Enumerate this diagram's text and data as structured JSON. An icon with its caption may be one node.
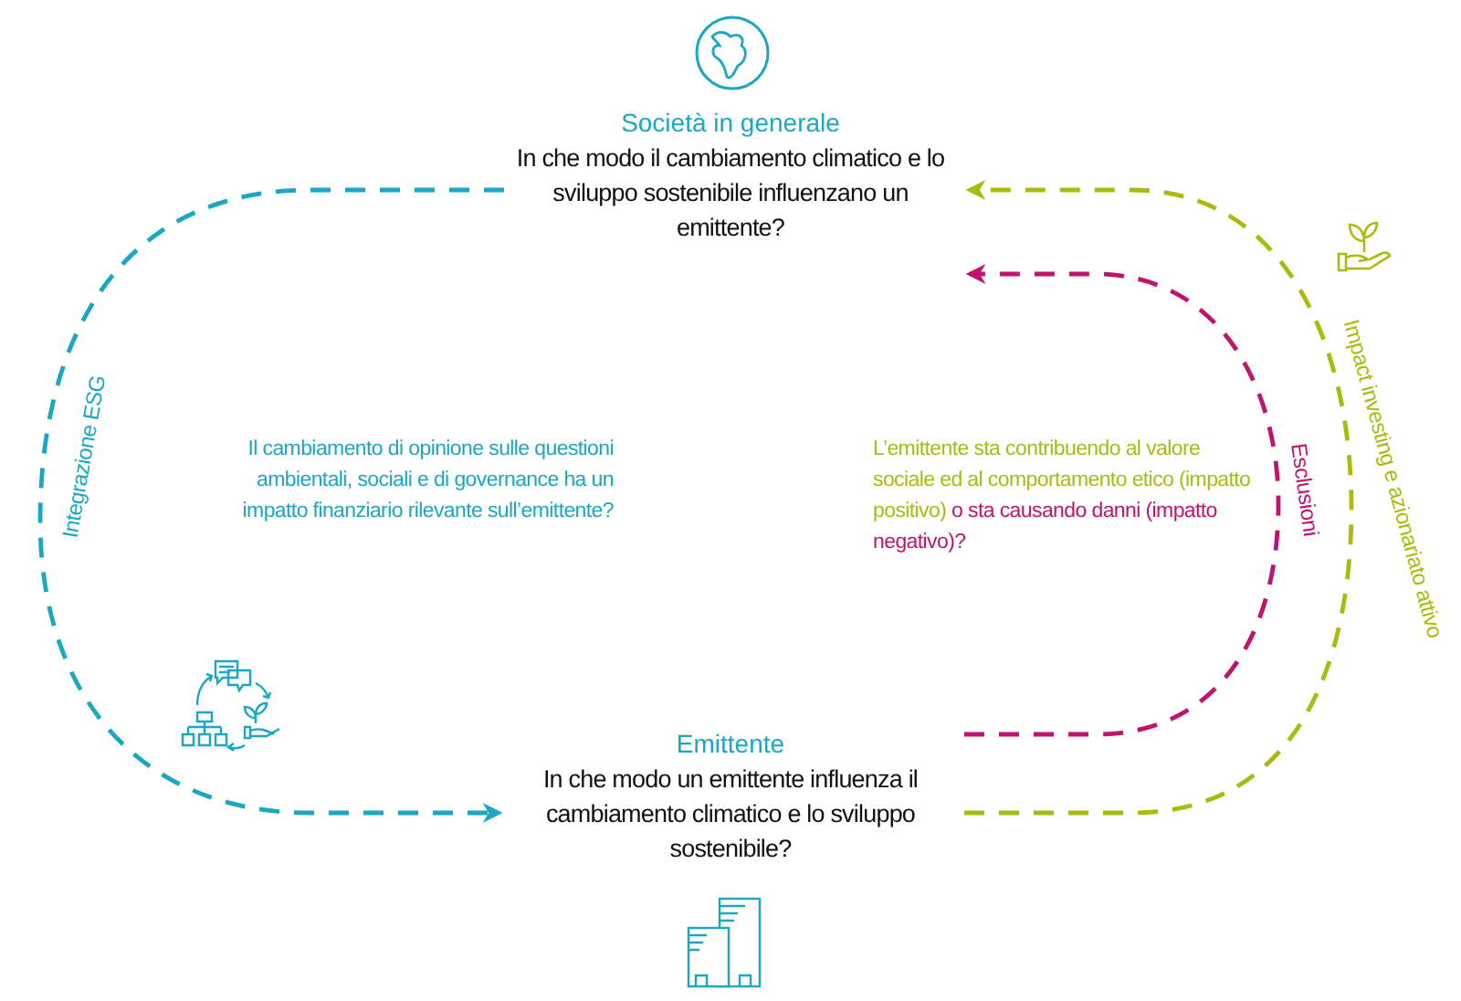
{
  "diagram": {
    "nodes": [
      {
        "text": [
          "Società in generale",
          "In che modo il cambiamento climatico e lo sviluppo sostenibile influenzano un emittente?"
        ]
      },
      {
        "text": [
          "Emittente",
          "In che modo un emittente influenza il cambiamento climatico e lo sviluppo sostenibile?"
        ]
      }
    ],
    "edges": [
      {
        "from": 0,
        "to": 1,
        "arrow": "to",
        "label": "Integrazione ESG",
        "style": "dashed",
        "color": "#1aa7c1"
      },
      {
        "from": 1,
        "to": 0,
        "arrow": "to",
        "label": "Esclusioni",
        "style": "dashed",
        "color": "#c0126f"
      },
      {
        "from": 1,
        "to": 0,
        "arrow": "to",
        "label": "Impact investing e azionariato attivo",
        "style": "dashed",
        "color": "#a9bb0f"
      }
    ],
    "labels": [
      "Il cambiamento di opinione sulle questioni ambientali, sociali e di governance ha un impatto finanziario rilevante sull’emittente?",
      "L’emittente sta contribuendo al valore sociale ed al comportamento etico (impatto positivo)",
      "o sta causando danni (impatto negativo)?"
    ]
  }
}
